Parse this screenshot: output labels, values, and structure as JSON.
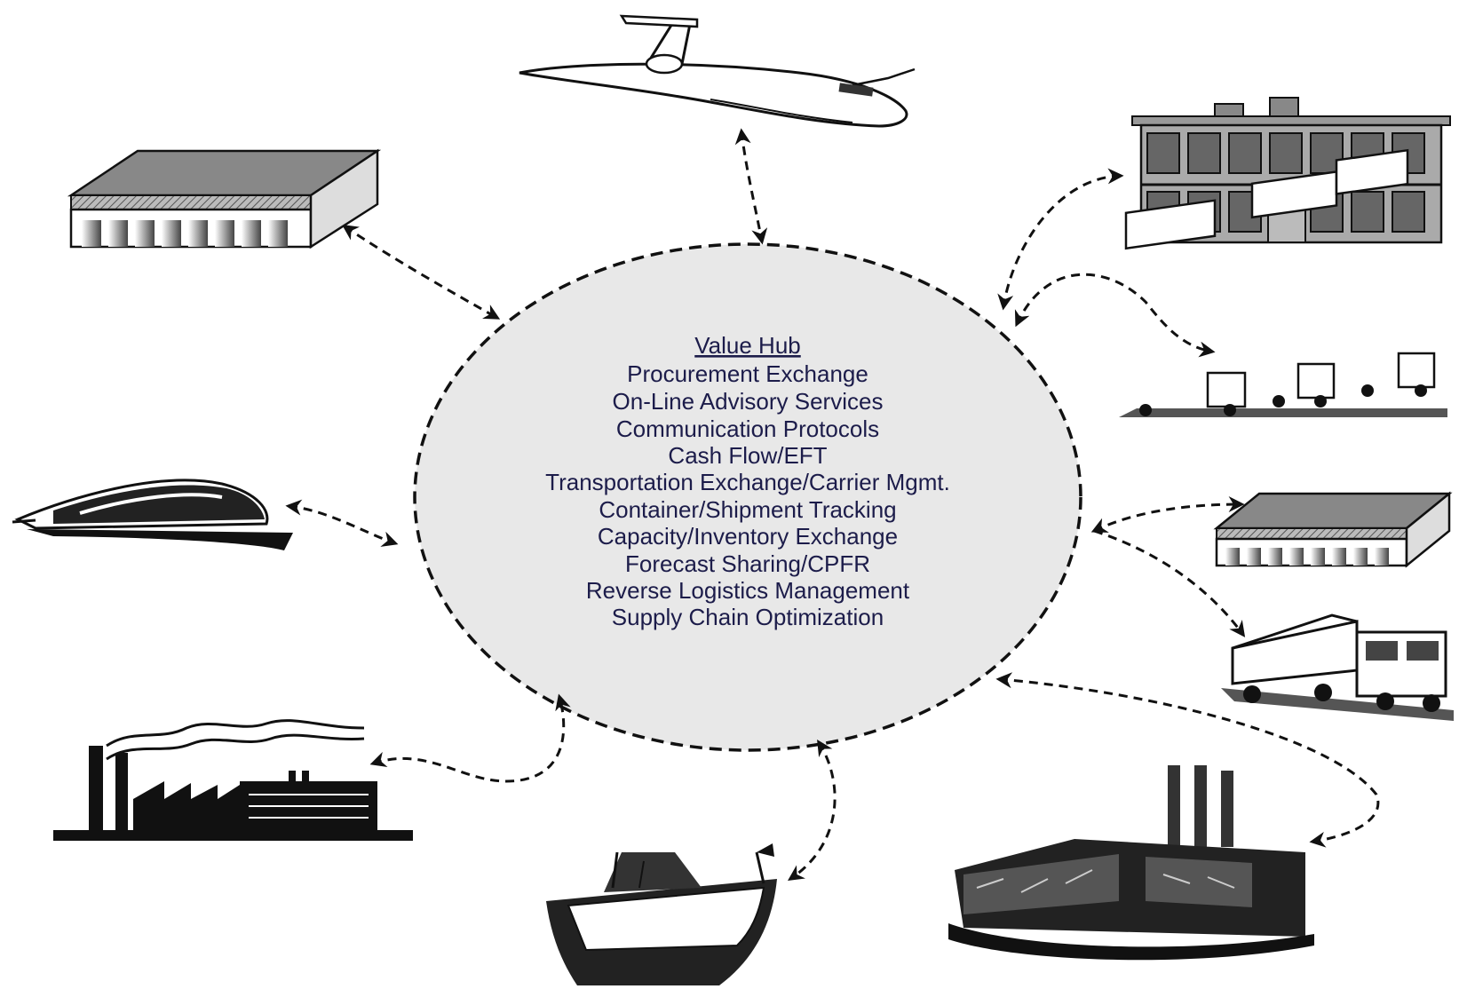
{
  "hub": {
    "title": "Value Hub",
    "items": [
      "Procurement Exchange",
      "On-Line Advisory Services",
      "Communication Protocols",
      "Cash Flow/EFT",
      "Transportation Exchange/Carrier Mgmt.",
      "Container/Shipment Tracking",
      "Capacity/Inventory Exchange",
      "Forecast Sharing/CPFR",
      "Reverse Logistics Management",
      "Supply Chain Optimization"
    ]
  },
  "nodes": [
    {
      "id": "airplane",
      "icon": "airplane-icon"
    },
    {
      "id": "office-building",
      "icon": "office-building-icon"
    },
    {
      "id": "truck-fleet",
      "icon": "truck-fleet-icon"
    },
    {
      "id": "warehouse-right",
      "icon": "warehouse-icon"
    },
    {
      "id": "single-truck",
      "icon": "truck-icon"
    },
    {
      "id": "factory-right",
      "icon": "factory-icon"
    },
    {
      "id": "ship",
      "icon": "ship-icon"
    },
    {
      "id": "factory-left",
      "icon": "factory-smoke-icon"
    },
    {
      "id": "train",
      "icon": "train-icon"
    },
    {
      "id": "warehouse-left",
      "icon": "warehouse-icon"
    }
  ],
  "colors": {
    "hub_fill": "#e8e8e8",
    "text": "#1c1c4a",
    "line": "#111111"
  }
}
